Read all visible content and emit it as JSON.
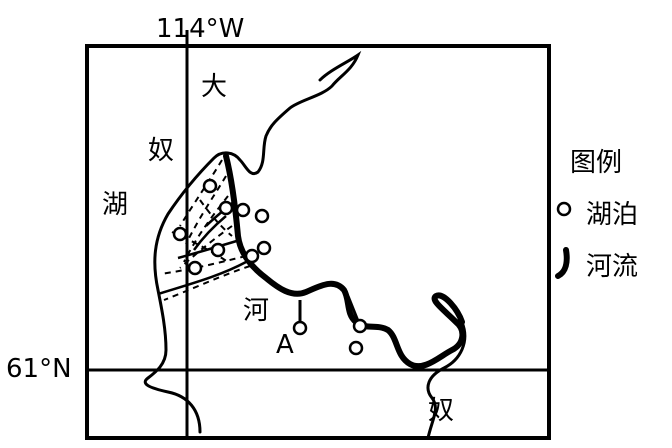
{
  "graticule": {
    "longitude_label": "114°W",
    "latitude_label": "61°N"
  },
  "map_labels": {
    "lake_char_1": "大",
    "lake_char_2": "奴",
    "lake_char_3": "湖",
    "river_char_1": "河",
    "river_char_2": "奴",
    "point_a": "A"
  },
  "legend": {
    "title": "图例",
    "items": [
      {
        "label": "湖泊",
        "symbol": "lake-symbol"
      },
      {
        "label": "河流",
        "symbol": "river-symbol"
      }
    ]
  },
  "colors": {
    "ink": "#000000",
    "background": "#ffffff"
  }
}
